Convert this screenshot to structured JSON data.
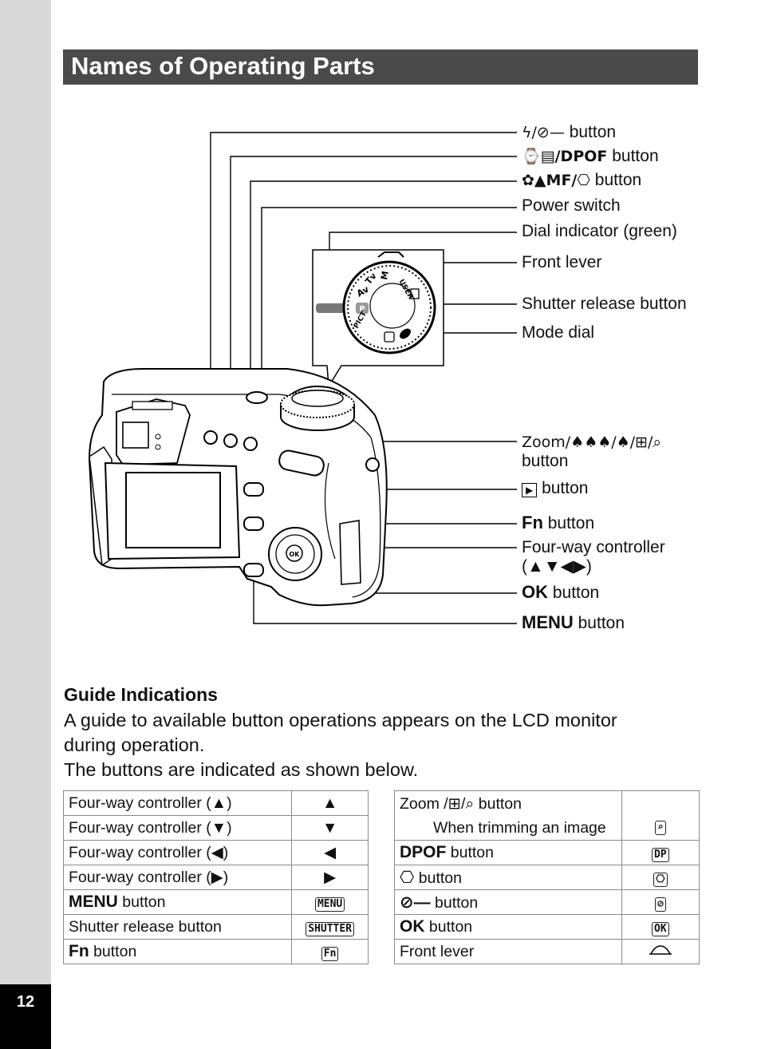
{
  "page": {
    "number": "12",
    "title": "Names of Operating Parts"
  },
  "parts": [
    {
      "sym": "ϟ/⊘—",
      "text": "button"
    },
    {
      "sym": "⌚▤/DPOF",
      "text": "button"
    },
    {
      "sym": "✿▲MF/⎔",
      "text": "button"
    },
    {
      "sym": "",
      "text": "Power switch"
    },
    {
      "sym": "",
      "text": "Dial indicator (green)"
    },
    {
      "sym": "",
      "text": "Front lever"
    },
    {
      "sym": "",
      "text": "Shutter release button"
    },
    {
      "sym": "",
      "text": "Mode dial"
    },
    {
      "sym": "Zoom/♠♠♠/♠/⊞/⌕",
      "text": "button"
    },
    {
      "sym": "▶",
      "text": "button"
    },
    {
      "sym": "Fn",
      "text": "button"
    },
    {
      "sym": "",
      "text": "Four-way controller"
    },
    {
      "sym": "",
      "text": "(▲▼◀▶)"
    },
    {
      "sym": "OK",
      "text": "button"
    },
    {
      "sym": "MENU",
      "text": "button"
    }
  ],
  "dial": {
    "modes": [
      "P",
      "Av",
      "Tv",
      "M",
      "USER",
      "PICT"
    ]
  },
  "guide": {
    "heading": "Guide Indications",
    "line1": "A guide to available button operations appears on the LCD monitor",
    "line2": "during operation.",
    "line3": "The buttons are indicated as shown below."
  },
  "table_left": [
    {
      "label": "Four-way controller (▲)",
      "key": "▲"
    },
    {
      "label": "Four-way controller (▼)",
      "key": "▼"
    },
    {
      "label": "Four-way controller (◀)",
      "key": "◀"
    },
    {
      "label": "Four-way controller (▶)",
      "key": "▶"
    },
    {
      "bold": "MENU",
      "label": " button",
      "key": "MENU"
    },
    {
      "label": "Shutter release button",
      "key": "SHUTTER"
    },
    {
      "bold": "Fn",
      "label": " button",
      "key": "Fn"
    }
  ],
  "table_right": [
    {
      "label": "Zoom /⊞/⌕ button",
      "sub": "When trimming an image",
      "key": "⌕"
    },
    {
      "bold": "DPOF",
      "label": " button",
      "key": "DP"
    },
    {
      "bold": "⎔",
      "label": " button",
      "key": "⎔"
    },
    {
      "bold": "⊘—",
      "label": " button",
      "key": "⊘"
    },
    {
      "bold": "OK",
      "label": " button",
      "key": "OK"
    },
    {
      "label": "Front lever",
      "key": "front-lever-icon"
    }
  ]
}
